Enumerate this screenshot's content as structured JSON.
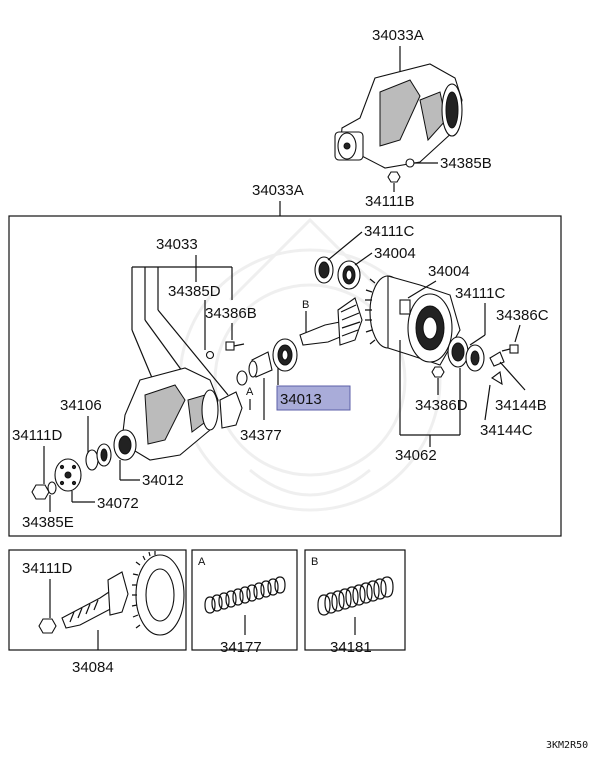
{
  "labels": {
    "p34033A_top": "34033A",
    "p34385B": "34385B",
    "p34111B": "34111B",
    "p34033A_box": "34033A",
    "p34111C_top": "34111C",
    "p34004_top": "34004",
    "p34033": "34033",
    "p34385D": "34385D",
    "p34386B": "34386B",
    "p34004_right": "34004",
    "p34111C_right": "34111C",
    "p34386C": "34386C",
    "markerB": "B",
    "markerA": "A",
    "p34013": "34013",
    "p34106": "34106",
    "p34111D_left": "34111D",
    "p34012": "34012",
    "p34072": "34072",
    "p34385E": "34385E",
    "p34377": "34377",
    "p34386D": "34386D",
    "p34144B": "34144B",
    "p34144C": "34144C",
    "p34062": "34062",
    "p34111D_bottom": "34111D",
    "p34084": "34084",
    "boxA": "A",
    "boxB": "B",
    "p34177": "34177",
    "p34181": "34181",
    "diagram_code": "3KM2R50"
  },
  "highlighted_part": "34013",
  "highlight_color": "#a9acd9"
}
